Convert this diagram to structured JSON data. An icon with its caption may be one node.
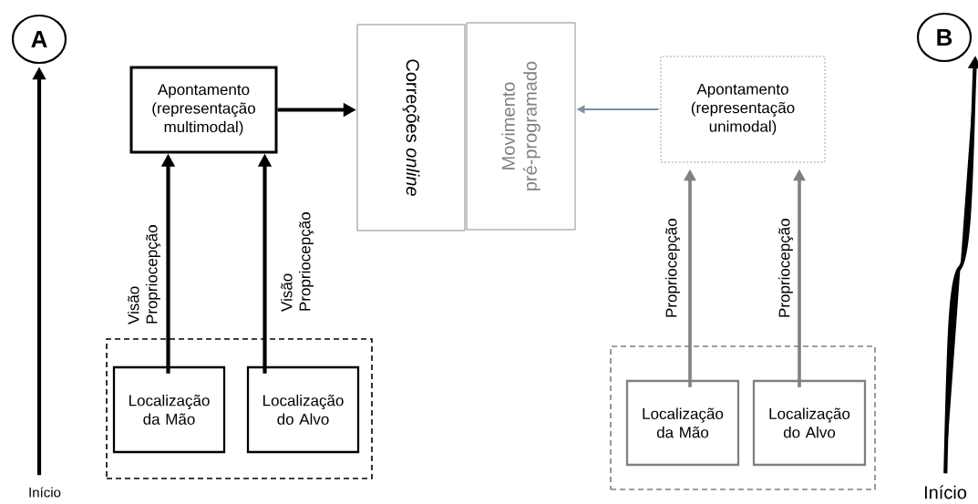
{
  "diagram": {
    "nodes": [
      {
        "text": [
          "A"
        ]
      },
      {
        "text": [
          "Início"
        ]
      },
      {
        "text": [
          "Apontamento (representação multimodal)"
        ]
      },
      {
        "text": [],
        "shape": "box"
      },
      {
        "text": [
          "Localização da Mão"
        ],
        "in": 3
      },
      {
        "text": [
          "Localização do Alvo"
        ],
        "in": 3
      },
      {
        "text": [
          "Correções *online*"
        ]
      },
      {
        "text": [
          "Movimento pré-programado"
        ]
      },
      {
        "text": [
          "Apontamento (representação unimodal)"
        ]
      },
      {
        "text": [],
        "shape": "box"
      },
      {
        "text": [
          "Localização da Mão"
        ],
        "in": 9
      },
      {
        "text": [
          "Localização do Alvo"
        ],
        "in": 9
      },
      {
        "text": [
          "B"
        ]
      },
      {
        "text": [
          "Início"
        ]
      }
    ],
    "edges": [
      {
        "from": 4,
        "to": 2,
        "arrow": "to",
        "label": "Visão Propriocepção"
      },
      {
        "from": 5,
        "to": 2,
        "arrow": "to",
        "label": "Visão Propriocepção"
      },
      {
        "from": 2,
        "to": 6,
        "arrow": "to"
      },
      {
        "from": 8,
        "to": 7,
        "arrow": "to",
        "color": "#7b90aa"
      },
      {
        "from": 10,
        "to": 8,
        "arrow": "to",
        "label": "Propriocepção",
        "color": "#808080"
      },
      {
        "from": 11,
        "to": 8,
        "arrow": "to",
        "label": "Propriocepção",
        "color": "#808080"
      },
      {
        "from": 1,
        "to": 0,
        "arrow": "to"
      },
      {
        "from": 13,
        "to": 12,
        "arrow": "to"
      }
    ]
  }
}
